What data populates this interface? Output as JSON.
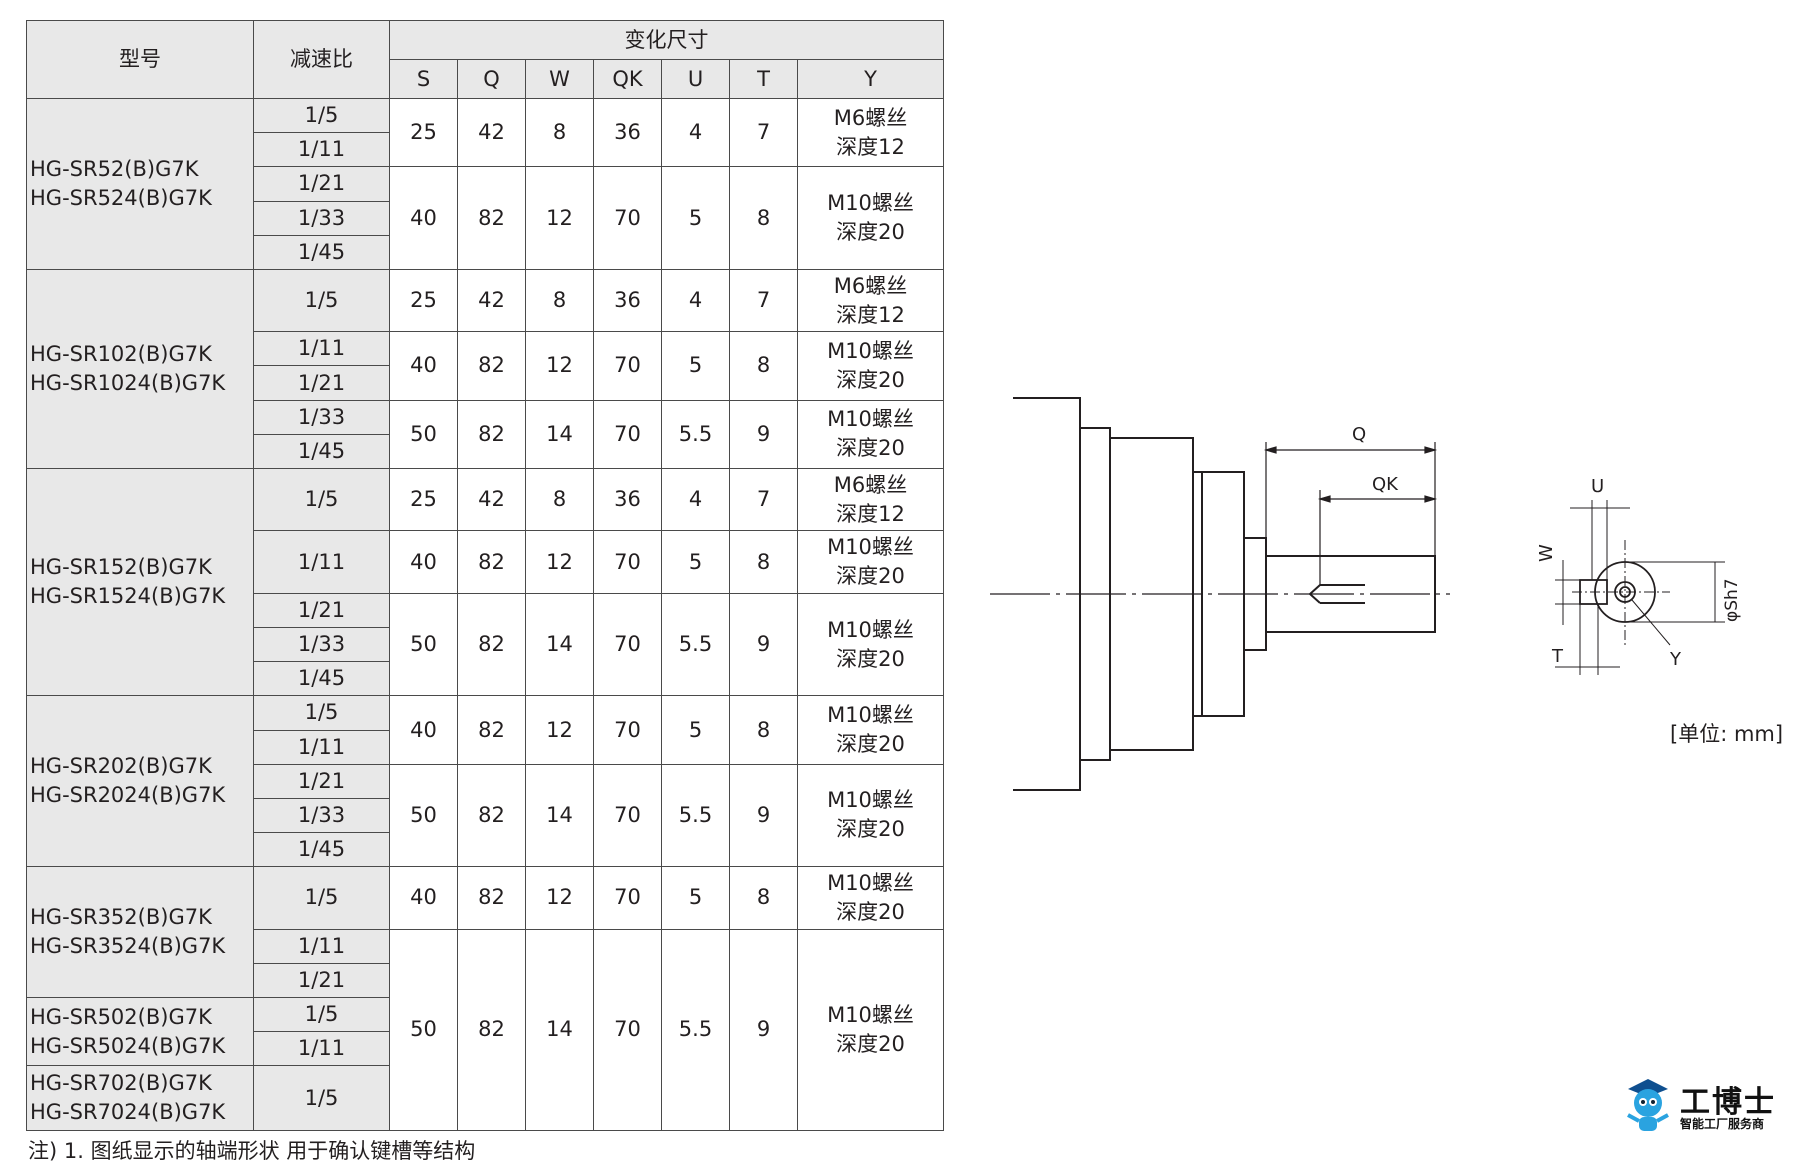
{
  "table": {
    "header": {
      "model": "型号",
      "ratio": "减速比",
      "dims": "变化尺寸",
      "cols": [
        "S",
        "Q",
        "W",
        "QK",
        "U",
        "T",
        "Y"
      ]
    },
    "groups": [
      {
        "model": [
          "HG-SR52(B)G7K",
          "HG-SR524(B)G7K"
        ]
      },
      {
        "model": [
          "HG-SR102(B)G7K",
          "HG-SR1024(B)G7K"
        ]
      },
      {
        "model": [
          "HG-SR152(B)G7K",
          "HG-SR1524(B)G7K"
        ]
      },
      {
        "model": [
          "HG-SR202(B)G7K",
          "HG-SR2024(B)G7K"
        ]
      },
      {
        "model": [
          "HG-SR352(B)G7K",
          "HG-SR3524(B)G7K"
        ]
      },
      {
        "model": [
          "HG-SR502(B)G7K",
          "HG-SR5024(B)G7K"
        ]
      },
      {
        "model": [
          "HG-SR702(B)G7K",
          "HG-SR7024(B)G7K"
        ]
      }
    ],
    "ratios": [
      "1/5",
      "1/11",
      "1/21",
      "1/33",
      "1/45",
      "1/5",
      "1/11",
      "1/21",
      "1/33",
      "1/45",
      "1/5",
      "1/11",
      "1/21",
      "1/33",
      "1/45",
      "1/5",
      "1/11",
      "1/21",
      "1/33",
      "1/45",
      "1/5",
      "1/11",
      "1/21",
      "1/5",
      "1/11",
      "1/5"
    ],
    "dims": [
      {
        "S": "25",
        "Q": "42",
        "W": "8",
        "QK": "36",
        "U": "4",
        "T": "7",
        "Y": [
          "M6螺丝",
          "深度12"
        ]
      },
      {
        "S": "40",
        "Q": "82",
        "W": "12",
        "QK": "70",
        "U": "5",
        "T": "8",
        "Y": [
          "M10螺丝",
          "深度20"
        ]
      },
      {
        "S": "25",
        "Q": "42",
        "W": "8",
        "QK": "36",
        "U": "4",
        "T": "7",
        "Y": [
          "M6螺丝",
          "深度12"
        ]
      },
      {
        "S": "40",
        "Q": "82",
        "W": "12",
        "QK": "70",
        "U": "5",
        "T": "8",
        "Y": [
          "M10螺丝",
          "深度20"
        ]
      },
      {
        "S": "50",
        "Q": "82",
        "W": "14",
        "QK": "70",
        "U": "5.5",
        "T": "9",
        "Y": [
          "M10螺丝",
          "深度20"
        ]
      },
      {
        "S": "25",
        "Q": "42",
        "W": "8",
        "QK": "36",
        "U": "4",
        "T": "7",
        "Y": [
          "M6螺丝",
          "深度12"
        ]
      },
      {
        "S": "40",
        "Q": "82",
        "W": "12",
        "QK": "70",
        "U": "5",
        "T": "8",
        "Y": [
          "M10螺丝",
          "深度20"
        ]
      },
      {
        "S": "50",
        "Q": "82",
        "W": "14",
        "QK": "70",
        "U": "5.5",
        "T": "9",
        "Y": [
          "M10螺丝",
          "深度20"
        ]
      },
      {
        "S": "40",
        "Q": "82",
        "W": "12",
        "QK": "70",
        "U": "5",
        "T": "8",
        "Y": [
          "M10螺丝",
          "深度20"
        ]
      },
      {
        "S": "50",
        "Q": "82",
        "W": "14",
        "QK": "70",
        "U": "5.5",
        "T": "9",
        "Y": [
          "M10螺丝",
          "深度20"
        ]
      },
      {
        "S": "40",
        "Q": "82",
        "W": "12",
        "QK": "70",
        "U": "5",
        "T": "8",
        "Y": [
          "M10螺丝",
          "深度20"
        ]
      },
      {
        "S": "50",
        "Q": "82",
        "W": "14",
        "QK": "70",
        "U": "5.5",
        "T": "9",
        "Y": [
          "M10螺丝",
          "深度20"
        ]
      }
    ]
  },
  "drawing": {
    "labels": {
      "Q": "Q",
      "QK": "QK",
      "U": "U",
      "W": "W",
      "T": "T",
      "Y": "Y",
      "diameter": "φSh7"
    }
  },
  "unit_note": "[单位: mm]",
  "logo": {
    "name": "工博士",
    "tagline": "智能工厂服务商"
  },
  "bottom_note": "注) 1. 图纸显示的轴端形状 用于确认键槽等结构"
}
